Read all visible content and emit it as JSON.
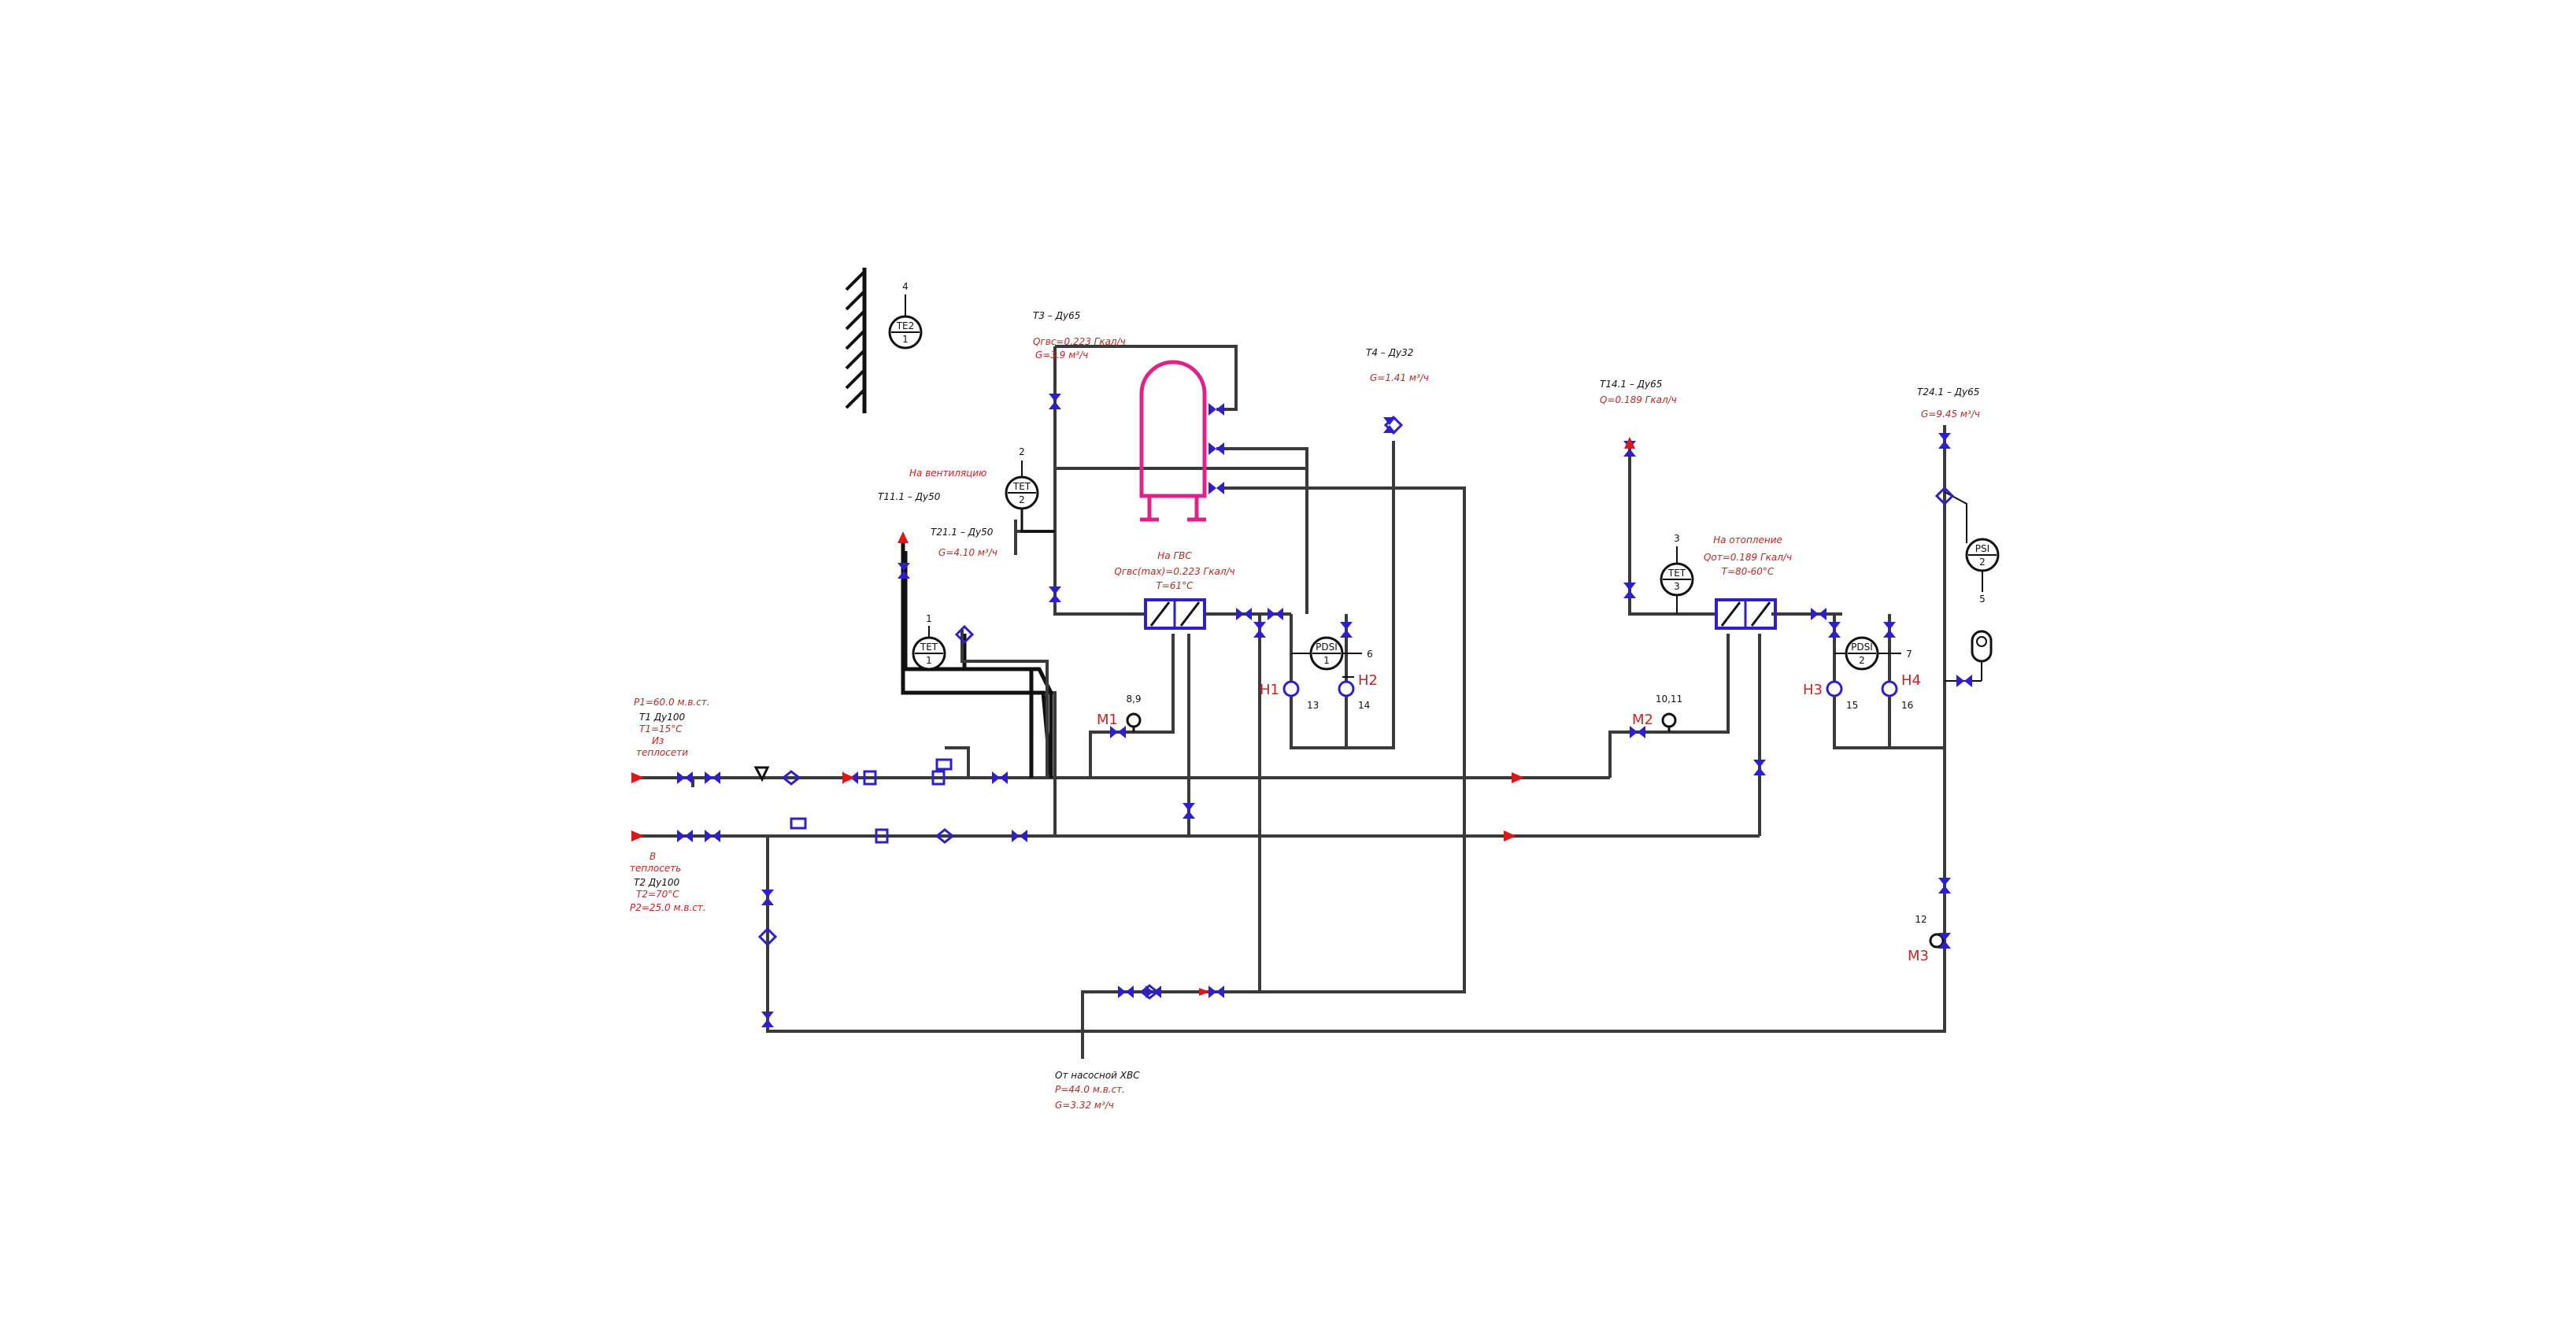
{
  "instruments": [
    {
      "id": "tet1",
      "name": "ТЕТ",
      "sub": "1",
      "tag": "1"
    },
    {
      "id": "tet2",
      "name": "ТЕТ",
      "sub": "2",
      "tag": "2"
    },
    {
      "id": "tet3",
      "name": "ТЕТ",
      "sub": "3",
      "tag": "3"
    },
    {
      "id": "te2",
      "name": "ТЕ2",
      "sub": "1",
      "tag": "4"
    },
    {
      "id": "pdsi1",
      "name": "PDSI",
      "sub": "1",
      "tag": "6"
    },
    {
      "id": "pdsi2",
      "name": "PDSI",
      "sub": "2",
      "tag": "7"
    },
    {
      "id": "psi2",
      "name": "PSI",
      "sub": "2",
      "tag": "5"
    }
  ],
  "labels": {
    "t3": "Т3 – Ду65",
    "t3_q": "Qгвс=0.223 Гкал/ч",
    "t3_g": "G=3.9 м³/ч",
    "t4": "Т4 – Ду32",
    "t4_g": "G=1.41 м³/ч",
    "t141": "Т14.1 – Ду65",
    "t141_q": "Q=0.189 Гкал/ч",
    "t241": "Т24.1 – Ду65",
    "t241_g": "G=9.45 м³/ч",
    "vent": "На вентиляцию",
    "t111": "Т11.1 – Ду50",
    "t211": "Т21.1 – Ду50",
    "t211_g": "G=4.10 м³/ч",
    "gvs_title": "На ГВС",
    "gvs_q": "Qгвс(max)=0.223 Гкал/ч",
    "gvs_t": "T=61°C",
    "heat_title": "На отопление",
    "heat_q": "Qот=0.189 Гкал/ч",
    "heat_t": "T=80-60°С",
    "in_p": "P1=60.0 м.в.ст.",
    "in_t1": "Т1 Ду100",
    "in_temp": "T1=15°С",
    "in_from1": "Из",
    "in_from2": "теплосети",
    "out_to1": "В",
    "out_to2": "теплосеть",
    "out_t2": "Т2 Ду100",
    "out_temp": "T2=70°С",
    "out_p": "P2=25.0 м.в.ст.",
    "cold_title": "От насосной ХВС",
    "cold_p": "P=44.0 м.в.ст.",
    "cold_g": "G=3.32 м³/ч"
  },
  "pumps": {
    "h1": "Н1",
    "h2": "Н2",
    "h3": "Н3",
    "h4": "Н4"
  },
  "motors": {
    "m1": "М1",
    "m2": "М2",
    "m3": "М3"
  },
  "tags": {
    "n89": "8,9",
    "n1011": "10,11",
    "n12": "12",
    "n13": "13",
    "n14": "14",
    "n15": "15",
    "n16": "16"
  },
  "colors": {
    "pipe": "#3a3a3a",
    "valve": "#2d1fc9",
    "arrow": "#e01515",
    "tank": "#e0218a",
    "text_red": "#d12020"
  }
}
